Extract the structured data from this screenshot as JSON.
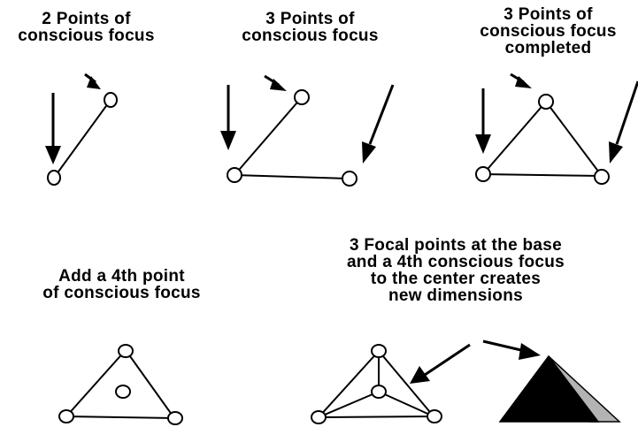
{
  "panels": {
    "p1": {
      "lines": [
        "2 Points of",
        "conscious focus"
      ]
    },
    "p2": {
      "lines": [
        "3 Points of",
        "conscious focus"
      ]
    },
    "p3": {
      "lines": [
        "3 Points of",
        "conscious focus",
        "completed"
      ]
    },
    "p4": {
      "lines": [
        "Add a 4th point",
        "of conscious focus"
      ]
    },
    "p5": {
      "lines": [
        "3 Focal points at the base",
        "and a 4th conscious focus",
        "to the center creates",
        "new dimensions"
      ]
    }
  },
  "colors": {
    "ink": "#000000",
    "paper": "#ffffff",
    "pyramid_side": "#b3b3b3"
  }
}
